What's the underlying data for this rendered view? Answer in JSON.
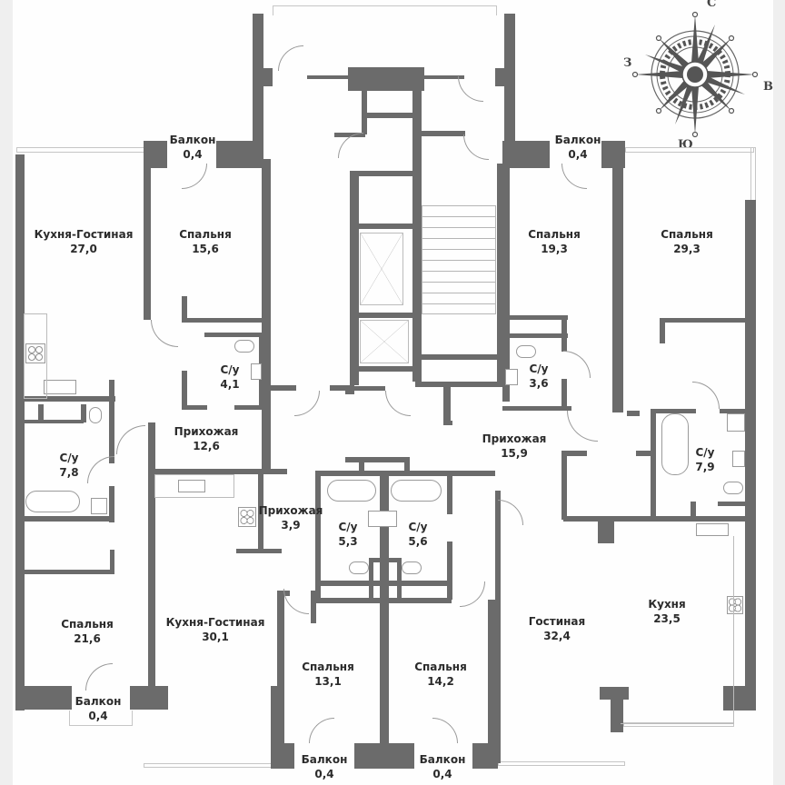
{
  "plan": {
    "type": "apartment floor plan",
    "colors": {
      "wall": "#6b6b6b",
      "background": "#fefefe",
      "text": "#2b2b2b",
      "edge_band": "#efefef"
    }
  },
  "compass": {
    "north": "С",
    "south": "Ю",
    "west": "З",
    "east": "В"
  },
  "rooms": [
    {
      "name": "Балкон",
      "area": "0,4"
    },
    {
      "name": "Балкон",
      "area": "0,4"
    },
    {
      "name": "Кухня-Гостиная",
      "area": "27,0"
    },
    {
      "name": "Спальня",
      "area": "15,6"
    },
    {
      "name": "Спальня",
      "area": "19,3"
    },
    {
      "name": "Спальня",
      "area": "29,3"
    },
    {
      "name": "С/у",
      "area": "4,1"
    },
    {
      "name": "С/у",
      "area": "3,6"
    },
    {
      "name": "Прихожая",
      "area": "12,6"
    },
    {
      "name": "Прихожая",
      "area": "15,9"
    },
    {
      "name": "С/у",
      "area": "7,8"
    },
    {
      "name": "С/у",
      "area": "7,9"
    },
    {
      "name": "Прихожая",
      "area": "3,9"
    },
    {
      "name": "С/у",
      "area": "5,3"
    },
    {
      "name": "С/у",
      "area": "5,6"
    },
    {
      "name": "Спальня",
      "area": "21,6"
    },
    {
      "name": "Кухня-Гостиная",
      "area": "30,1"
    },
    {
      "name": "Гостиная",
      "area": "32,4"
    },
    {
      "name": "Кухня",
      "area": "23,5"
    },
    {
      "name": "Спальня",
      "area": "13,1"
    },
    {
      "name": "Спальня",
      "area": "14,2"
    },
    {
      "name": "Балкон",
      "area": "0,4"
    },
    {
      "name": "Балкон",
      "area": "0,4"
    },
    {
      "name": "Балкон",
      "area": "0,4"
    }
  ]
}
